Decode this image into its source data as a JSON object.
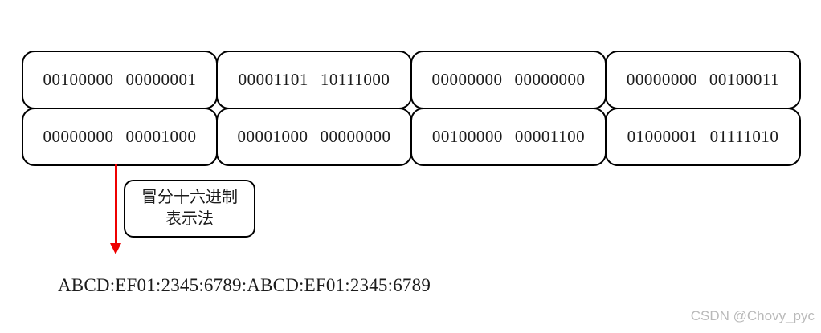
{
  "diagram": {
    "rows": [
      {
        "boxes": [
          {
            "octets": [
              "00100000",
              "00000001"
            ]
          },
          {
            "octets": [
              "00001101",
              "10111000"
            ]
          },
          {
            "octets": [
              "00000000",
              "00000000"
            ]
          },
          {
            "octets": [
              "00000000",
              "00100011"
            ]
          }
        ]
      },
      {
        "boxes": [
          {
            "octets": [
              "00000000",
              "00001000"
            ]
          },
          {
            "octets": [
              "00001000",
              "00000000"
            ]
          },
          {
            "octets": [
              "00100000",
              "00001100"
            ]
          },
          {
            "octets": [
              "01000001",
              "01111010"
            ]
          }
        ]
      }
    ],
    "label": {
      "line1": "冒分十六进制",
      "line2": "表示法"
    },
    "result": "ABCD:EF01:2345:6789:ABCD:EF01:2345:6789"
  },
  "watermark": "CSDN @Chovy_pyc",
  "colors": {
    "arrow_red": "#ee0000",
    "box_border": "#000000",
    "text": "#1c1c1c",
    "watermark_gray": "#b9b9b9"
  }
}
